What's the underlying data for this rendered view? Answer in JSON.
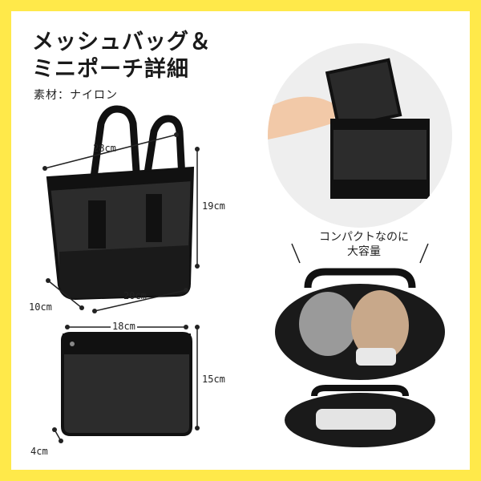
{
  "title": {
    "line1": "メッシュバッグ＆",
    "line2": "ミニポーチ詳細"
  },
  "material": "素材：ナイロン",
  "tote_dimensions": {
    "width_top": "28cm",
    "height": "19cm",
    "width_bottom": "20cm",
    "depth": "10cm"
  },
  "pouch_dimensions": {
    "width": "18cm",
    "height": "15cm",
    "depth": "4cm"
  },
  "caption": {
    "line1": "コンパクトなのに",
    "line2": "大容量"
  },
  "colors": {
    "border": "#ffe94a",
    "bag": "#111111",
    "mesh": "#2a2a2a"
  }
}
